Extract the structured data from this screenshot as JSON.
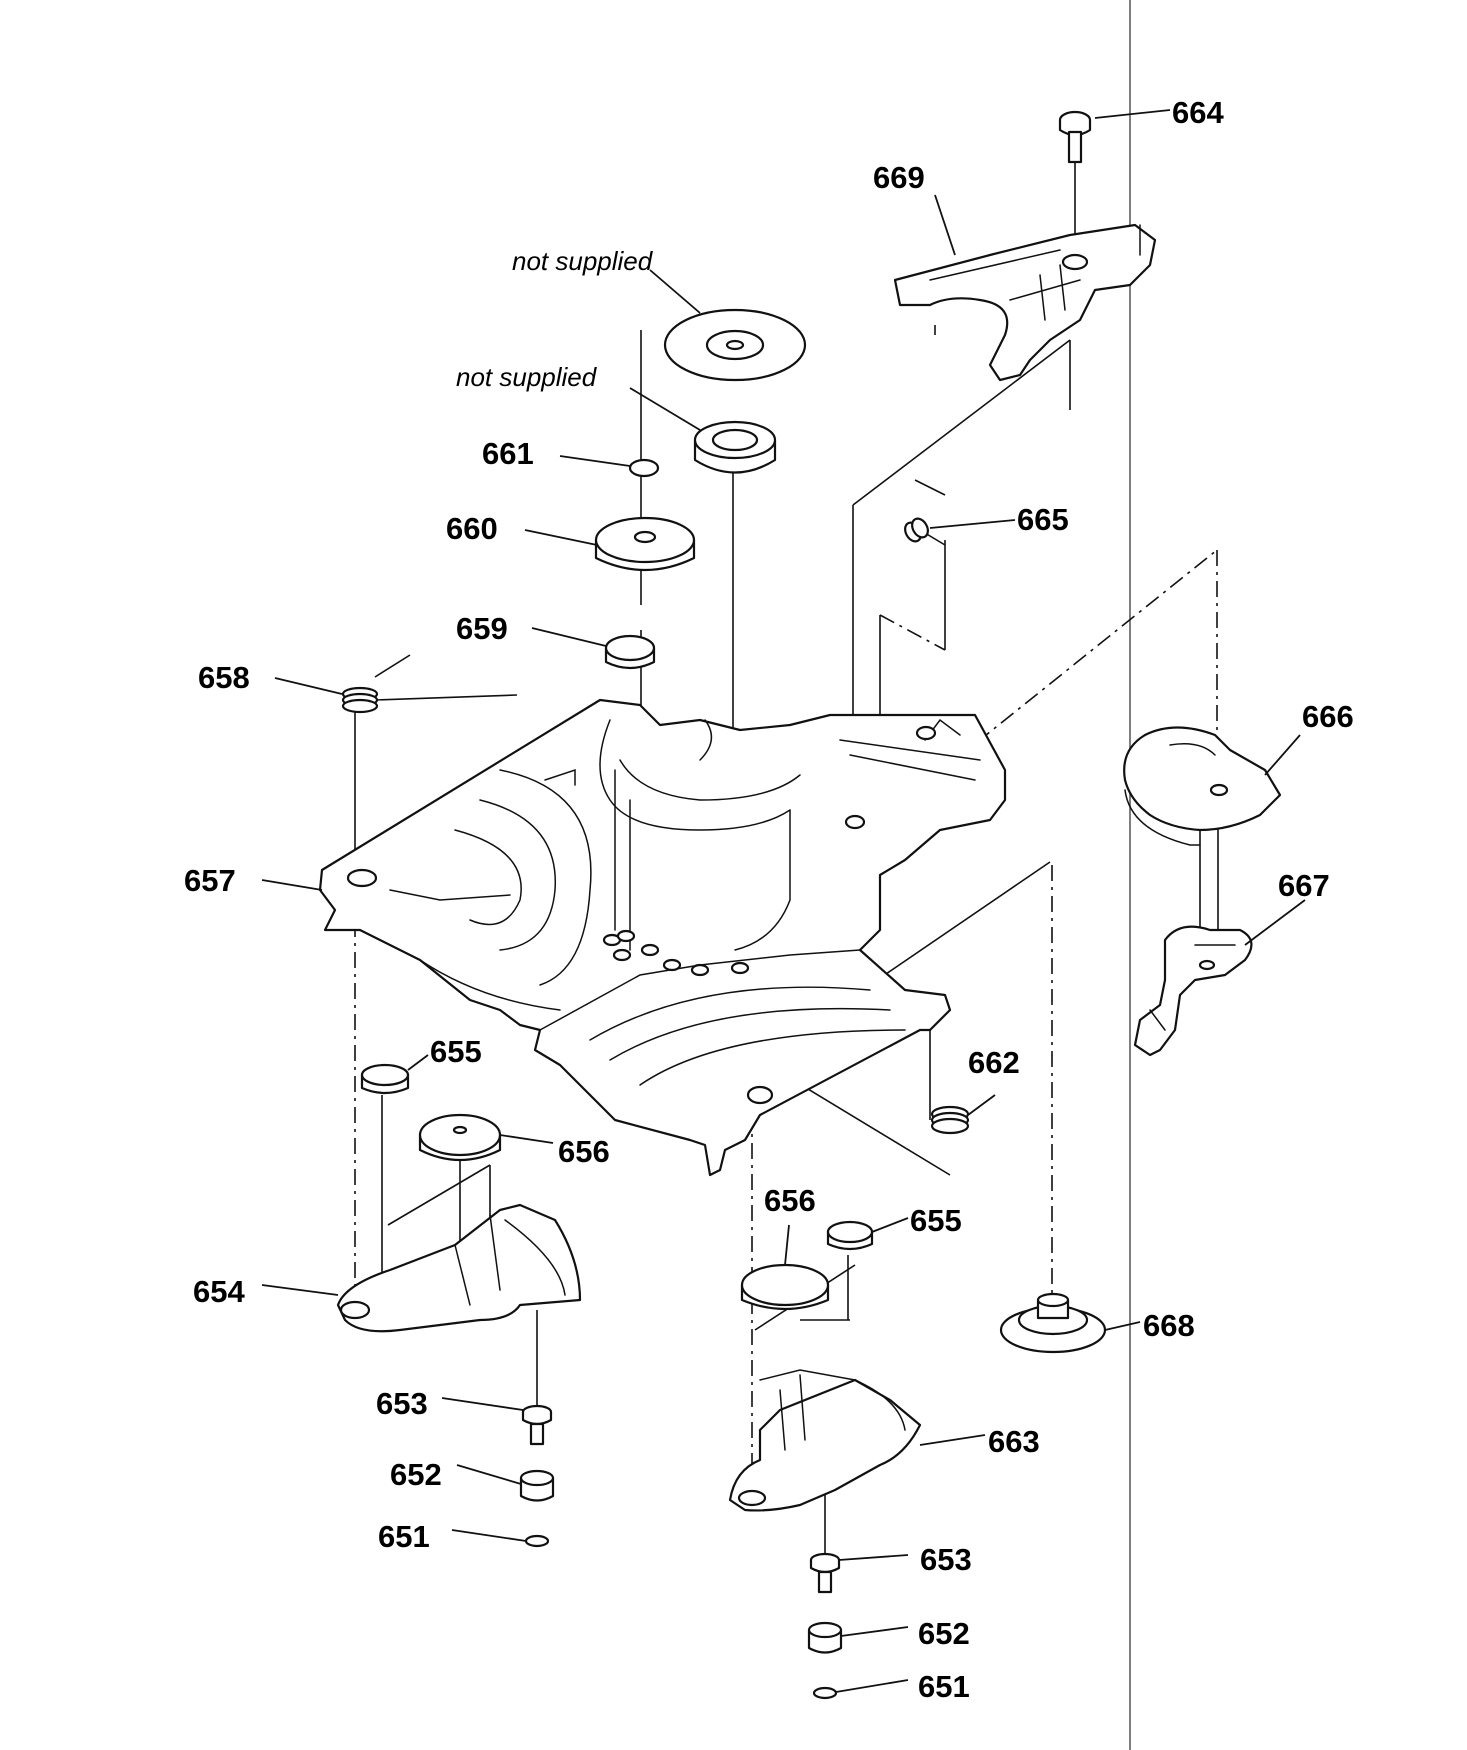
{
  "labels": {
    "l651a": "651",
    "l651b": "651",
    "l652a": "652",
    "l652b": "652",
    "l653a": "653",
    "l653b": "653",
    "l654": "654",
    "l655a": "655",
    "l655b": "655",
    "l656a": "656",
    "l656b": "656",
    "l657": "657",
    "l658": "658",
    "l659": "659",
    "l660": "660",
    "l661": "661",
    "l662": "662",
    "l663": "663",
    "l664": "664",
    "l665": "665",
    "l666": "666",
    "l667": "667",
    "l668": "668",
    "l669": "669"
  },
  "notes": {
    "n1": "not supplied",
    "n2": "not supplied"
  }
}
